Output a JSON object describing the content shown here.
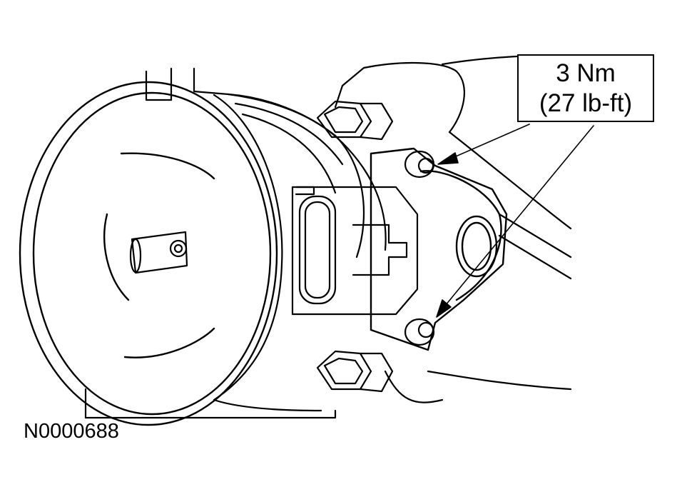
{
  "callout": {
    "metric": "3 Nm",
    "imperial": "(27 lb-ft)"
  },
  "figure_id": "N0000688",
  "colors": {
    "line": "#000000",
    "background": "#ffffff"
  }
}
